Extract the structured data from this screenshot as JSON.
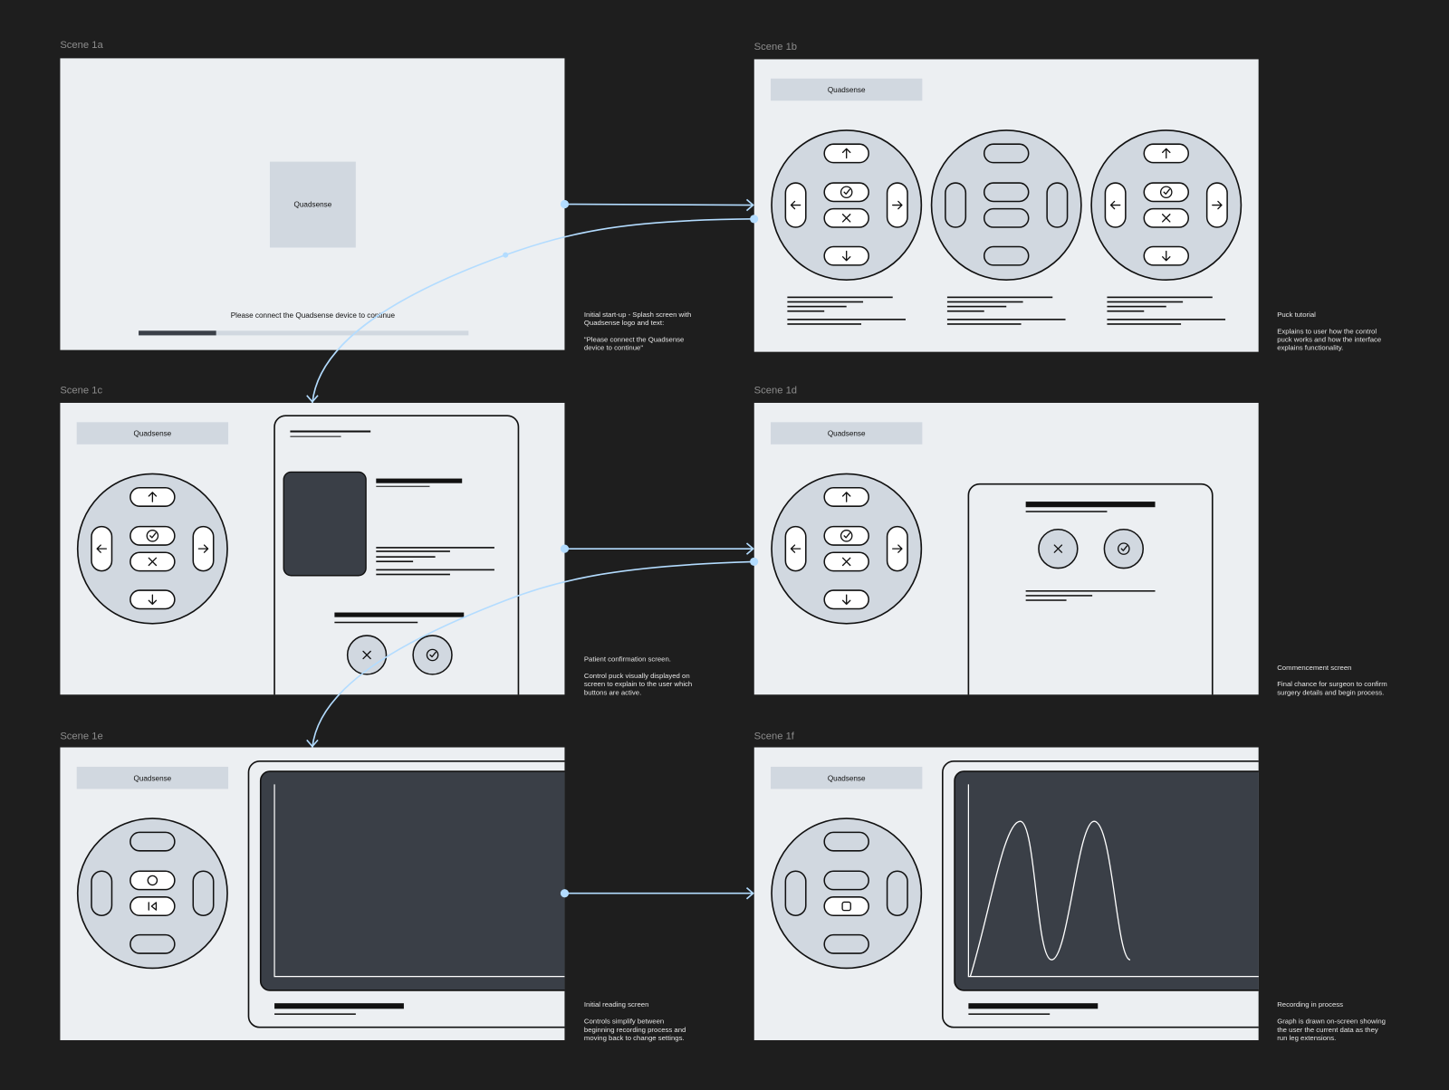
{
  "scenes": [
    {
      "id": "1a",
      "label": "Scene 1a",
      "logo": "Quadsense",
      "message": "Please connect the Quadsense device to continue",
      "progress": 0.235,
      "annotation": [
        "Initial start-up - Splash screen with",
        "Quadsense logo and text:",
        "",
        "\"Please connect the Quadsense",
        "device to continue\""
      ]
    },
    {
      "id": "1b",
      "label": "Scene 1b",
      "header": "Quadsense",
      "annotation": [
        "Puck tutorial",
        "",
        "Explains to user how the control",
        "puck works and how the interface",
        "explains functionality."
      ]
    },
    {
      "id": "1c",
      "label": "Scene 1c",
      "header": "Quadsense",
      "annotation": [
        "Patient confirmation screen.",
        "",
        "Control puck visually displayed on",
        "screen to explain to the user which",
        "buttons are active."
      ]
    },
    {
      "id": "1d",
      "label": "Scene 1d",
      "header": "Quadsense",
      "annotation": [
        "Commencement screen",
        "",
        "Final chance for surgeon to confirm",
        "surgery details and begin process."
      ]
    },
    {
      "id": "1e",
      "label": "Scene 1e",
      "header": "Quadsense",
      "annotation": [
        "Initial reading screen",
        "",
        "Controls simplify between",
        "beginning recording process and",
        "moving back to change settings."
      ]
    },
    {
      "id": "1f",
      "label": "Scene 1f",
      "header": "Quadsense",
      "annotation": [
        "Recording in process",
        "",
        "Graph is drawn on-screen showing",
        "the user the current data as they",
        "run leg extensions."
      ]
    }
  ],
  "colors": {
    "background": "#1e1e1e",
    "frame": "#eceff2",
    "puck": "#d1d8e0",
    "dark_panel": "#3a3f47",
    "connector": "#b3dcff"
  }
}
